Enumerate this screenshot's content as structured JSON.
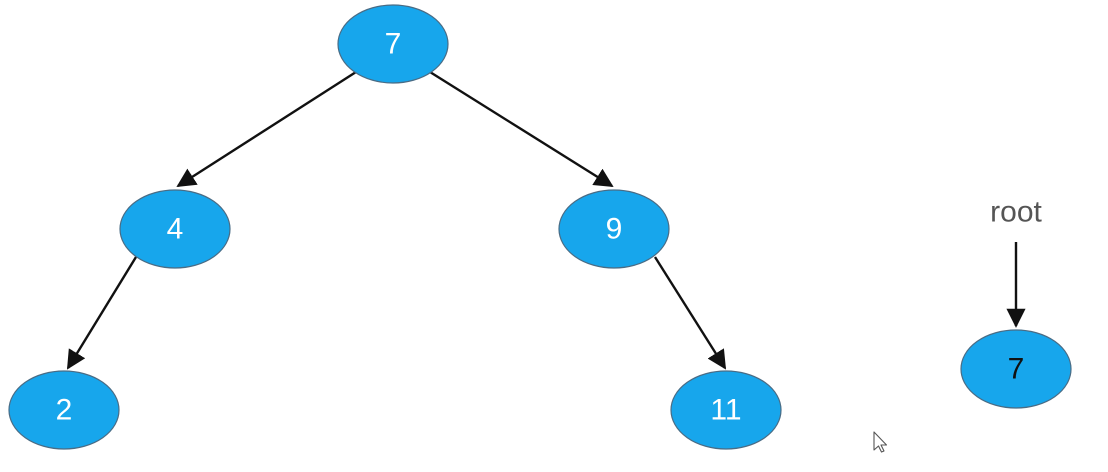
{
  "diagram": {
    "tree": {
      "nodes": [
        {
          "id": "n7",
          "label": "7"
        },
        {
          "id": "n4",
          "label": "4"
        },
        {
          "id": "n9",
          "label": "9"
        },
        {
          "id": "n2",
          "label": "2"
        },
        {
          "id": "n11",
          "label": "11"
        }
      ],
      "edges": [
        {
          "from": "n7",
          "to": "n4"
        },
        {
          "from": "n7",
          "to": "n9"
        },
        {
          "from": "n4",
          "to": "n2"
        },
        {
          "from": "n9",
          "to": "n11"
        }
      ]
    },
    "pointer": {
      "label": "root",
      "target_label": "7"
    },
    "colors": {
      "node_fill": "#17a6ec",
      "node_text": "#ffffff",
      "edge": "#111111",
      "pointer_text": "#555555"
    },
    "icons": [
      "mouse-cursor-icon"
    ]
  }
}
